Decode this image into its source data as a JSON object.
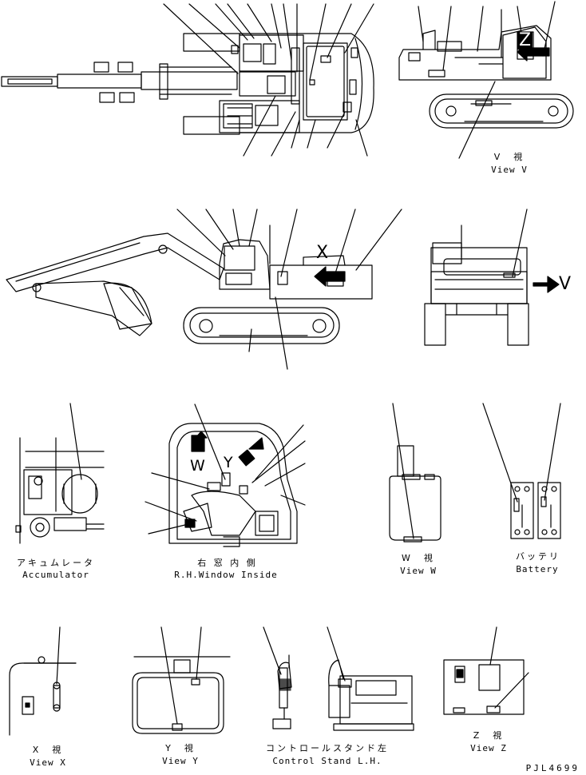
{
  "views": {
    "v": {
      "jp": "V　視",
      "en": "View V"
    },
    "accumulator": {
      "jp": "アキュムレータ",
      "en": "Accumulator"
    },
    "rh_window": {
      "jp": "右 窓 内 側",
      "en": "R.H.Window Inside"
    },
    "w": {
      "jp": "W　視",
      "en": "View W"
    },
    "battery": {
      "jp": "バッテリ",
      "en": "Battery"
    },
    "x": {
      "jp": "X　視",
      "en": "View X"
    },
    "y": {
      "jp": "Y　視",
      "en": "View Y"
    },
    "control_stand": {
      "jp": "コントロールスタンド左",
      "en": "Control Stand L.H."
    },
    "z": {
      "jp": "Z　視",
      "en": "View Z"
    }
  },
  "markers": {
    "v": "V",
    "x": "X",
    "z": "Z",
    "w": "W",
    "y": "Y"
  },
  "drawing_code": "PJL4699"
}
